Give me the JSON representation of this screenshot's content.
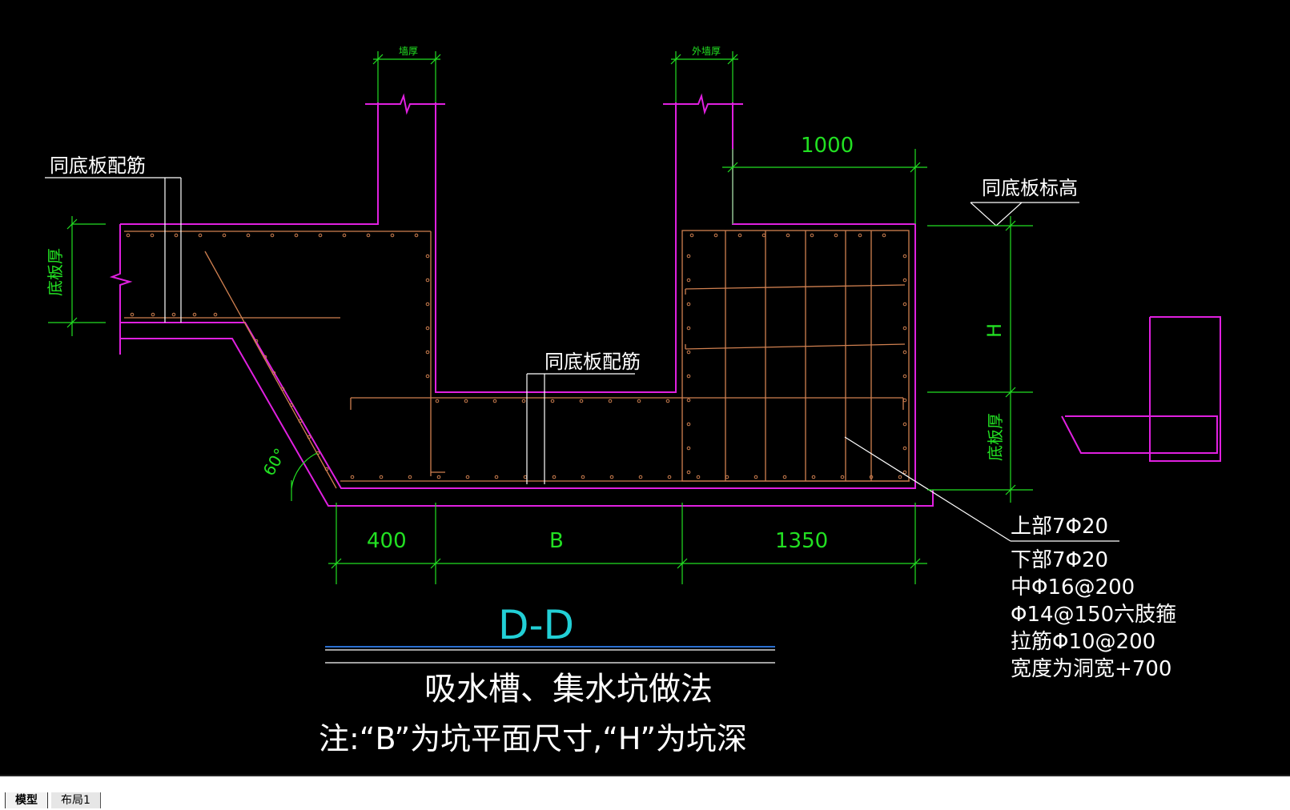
{
  "drawing": {
    "note_same_slab_rebar_left": "同底板配筋",
    "note_same_slab_rebar_center": "同底板配筋",
    "note_same_slab_elevation": "同底板标高",
    "label_wall_thickness": "墙厚",
    "label_outer_wall_thickness": "外墙厚",
    "label_slab_thickness_left": "底板厚",
    "label_slab_thickness_right": "底板厚",
    "dim_1000": "1000",
    "dim_400": "400",
    "dim_B": "B",
    "dim_1350": "1350",
    "dim_H": "H",
    "angle": "60°",
    "section_title": "D-D",
    "subtitle": "吸水槽、集水坑做法",
    "note": "注:“B”为坑平面尺寸,“H”为坑深",
    "rebar_lines": [
      "上部7Φ20",
      "下部7Φ20",
      "中Φ16@200",
      "Φ14@150六肢箍",
      "拉筋Φ10@200",
      "宽度为洞宽+700"
    ],
    "colors": {
      "concrete_outline": "#e020e0",
      "rebar": "#d08050",
      "dimension": "#22e022",
      "text": "#ffffff",
      "title": "#22cfd6",
      "title_underline": "#2a6fd0"
    }
  },
  "tabs": {
    "model": "模型",
    "layout1": "布局1"
  }
}
